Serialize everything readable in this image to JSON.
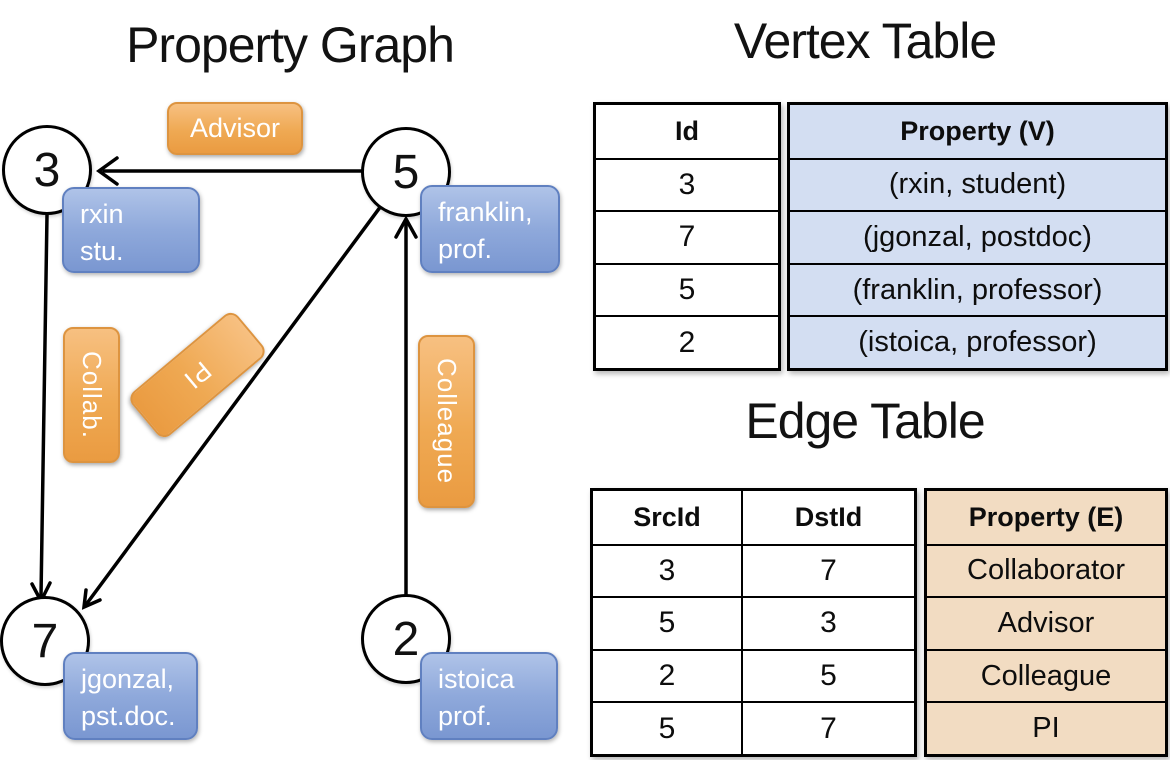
{
  "graph": {
    "title": "Property Graph",
    "nodes": [
      {
        "id": "3",
        "line1": "rxin",
        "line2": "stu."
      },
      {
        "id": "5",
        "line1": "franklin,",
        "line2": "prof."
      },
      {
        "id": "7",
        "line1": "jgonzal,",
        "line2": "pst.doc."
      },
      {
        "id": "2",
        "line1": "istoica",
        "line2": "prof."
      }
    ],
    "edges": [
      {
        "label": "Advisor"
      },
      {
        "label": "Collab."
      },
      {
        "label": "PI"
      },
      {
        "label": "Colleague"
      }
    ]
  },
  "vertex_table": {
    "title": "Vertex Table",
    "columns": [
      "Id",
      "Property (V)"
    ],
    "rows": [
      [
        "3",
        "(rxin, student)"
      ],
      [
        "7",
        "(jgonzal, postdoc)"
      ],
      [
        "5",
        "(franklin, professor)"
      ],
      [
        "2",
        "(istoica, professor)"
      ]
    ]
  },
  "edge_table": {
    "title": "Edge Table",
    "columns": [
      "SrcId",
      "DstId",
      "Property (E)"
    ],
    "rows": [
      [
        "3",
        "7",
        "Collaborator"
      ],
      [
        "5",
        "3",
        "Advisor"
      ],
      [
        "2",
        "5",
        "Colleague"
      ],
      [
        "5",
        "7",
        "PI"
      ]
    ]
  },
  "colors": {
    "edge_pill_orange": "#efa953",
    "vertex_box_blue": "#8fa9db",
    "vertex_cell_fill": "#d3def2",
    "edge_cell_fill": "#f2dcc2",
    "line_black": "#000000"
  }
}
